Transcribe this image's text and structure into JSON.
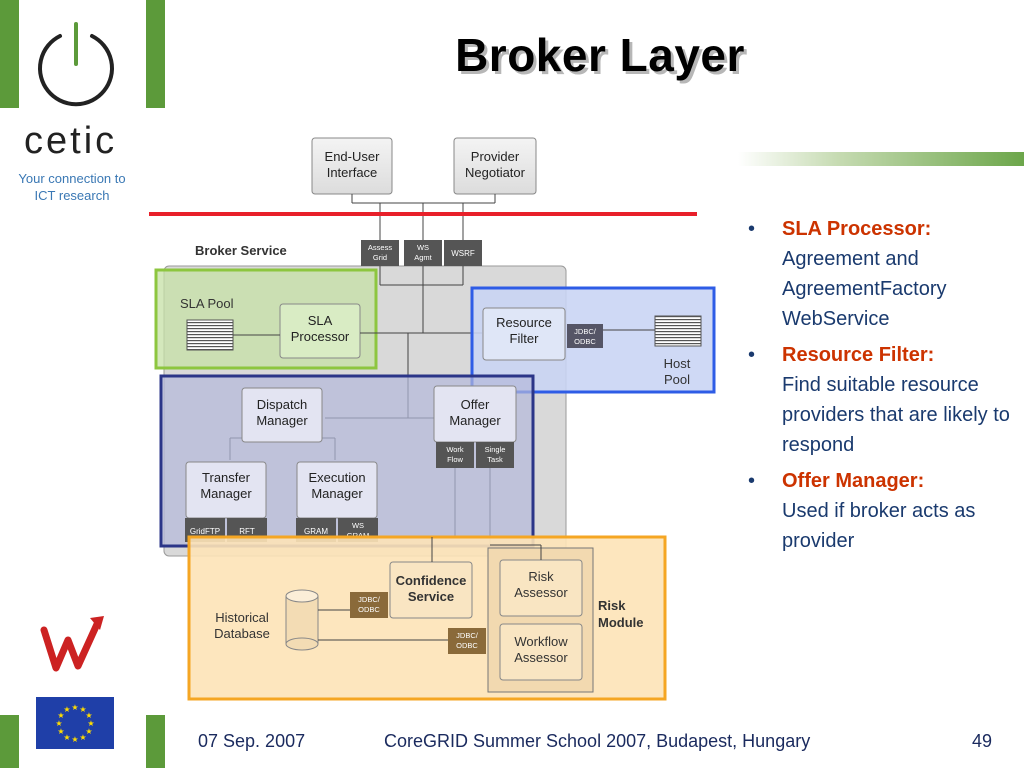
{
  "slide": {
    "title": "Broker Layer",
    "logo_text": "cetic",
    "tagline_1": "Your connection to",
    "tagline_2": "ICT research"
  },
  "diagram": {
    "end_user_1": "End-User",
    "end_user_2": "Interface",
    "provider_1": "Provider",
    "provider_2": "Negotiator",
    "broker_service": "Broker Service",
    "assess_grid_1": "Assess",
    "assess_grid_2": "Grid",
    "ws_agmt_1": "WS",
    "ws_agmt_2": "Agmt",
    "wsrf": "WSRF",
    "sla_pool": "SLA Pool",
    "sla_processor_1": "SLA",
    "sla_processor_2": "Processor",
    "resource_filter_1": "Resource",
    "resource_filter_2": "Filter",
    "jdbc_1": "JDBC/",
    "jdbc_2": "ODBC",
    "host_pool_1": "Host",
    "host_pool_2": "Pool",
    "dispatch_1": "Dispatch",
    "dispatch_2": "Manager",
    "offer_1": "Offer",
    "offer_2": "Manager",
    "workflow_1": "Work",
    "workflow_2": "Flow",
    "single_task_1": "Single",
    "single_task_2": "Task",
    "transfer_1": "Transfer",
    "transfer_2": "Manager",
    "execution_1": "Execution",
    "execution_2": "Manager",
    "gridftp": "GridFTP",
    "rft": "RFT",
    "gram": "GRAM",
    "ws_gram_1": "WS",
    "ws_gram_2": "GRAM",
    "confidence_1": "Confidence",
    "confidence_2": "Service",
    "risk_assessor_1": "Risk",
    "risk_assessor_2": "Assessor",
    "workflow_assessor_1": "Workflow",
    "workflow_assessor_2": "Assessor",
    "risk_module_1": "Risk",
    "risk_module_2": "Module",
    "historical_1": "Historical",
    "historical_2": "Database"
  },
  "bullets": [
    {
      "head": "SLA Processor:",
      "body": "Agreement and AgreementFactory WebService"
    },
    {
      "head": "Resource Filter:",
      "body": "Find suitable resource providers that are likely to respond"
    },
    {
      "head": "Offer Manager:",
      "body": "Used if broker acts as provider"
    }
  ],
  "footer": {
    "date": "07 Sep. 2007",
    "event": "CoreGRID Summer School 2007, Budapest, Hungary",
    "page": "49"
  },
  "colors": {
    "accent_green": "#5c9a3a",
    "red_line": "#e8202a",
    "bullet_head": "#cc3300",
    "bullet_body": "#1a3a6e"
  }
}
